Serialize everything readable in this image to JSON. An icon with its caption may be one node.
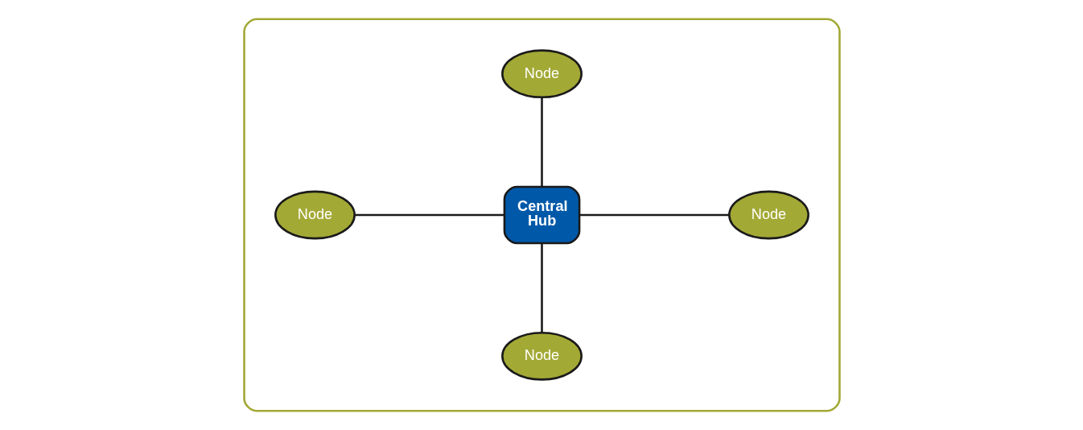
{
  "diagram": {
    "nodes": [
      {
        "text": [],
        "shape": "box"
      },
      {
        "text": [
          "Node"
        ],
        "in": 0
      },
      {
        "text": [
          "Node"
        ],
        "in": 0
      },
      {
        "text": [
          "Central Hub"
        ],
        "in": 0
      },
      {
        "text": [
          "Node"
        ],
        "in": 0
      },
      {
        "text": [
          "Node"
        ],
        "in": 0
      }
    ],
    "edges": [
      {
        "from": 1,
        "to": 3,
        "arrow": "none"
      },
      {
        "from": 2,
        "to": 3,
        "arrow": "none"
      },
      {
        "from": 3,
        "to": 4,
        "arrow": "none"
      },
      {
        "from": 3,
        "to": 5,
        "arrow": "none"
      }
    ]
  }
}
